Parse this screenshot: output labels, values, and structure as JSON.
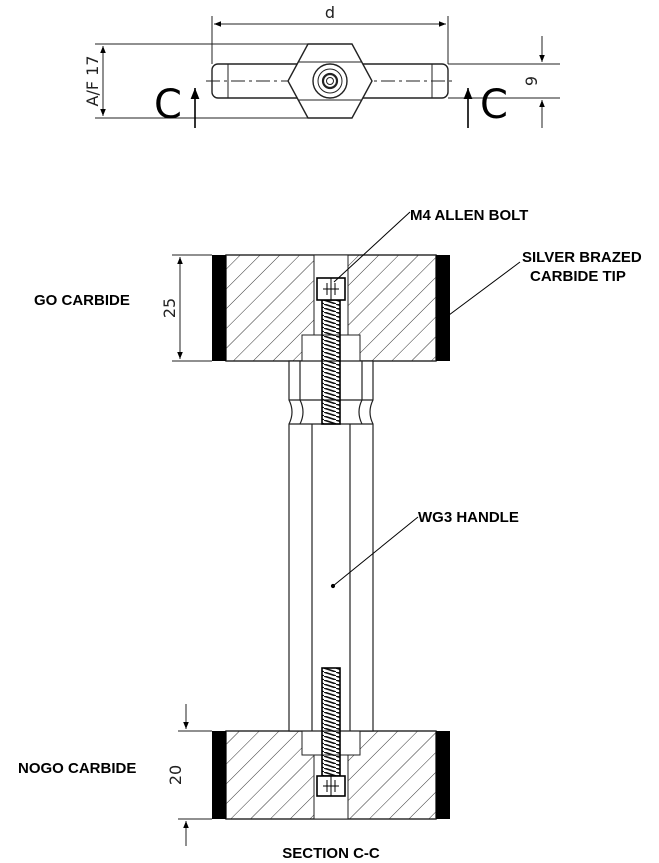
{
  "top_view": {
    "dim_d": "d",
    "dim_af": "A/F 17",
    "dim_9": "9",
    "section_letter_left": "C",
    "section_letter_right": "C"
  },
  "section_view": {
    "label_m4": "M4 ALLEN BOLT",
    "label_silver_line1": "SILVER BRAZED",
    "label_silver_line2": "CARBIDE TIP",
    "label_go": "GO CARBIDE",
    "label_nogo": "NOGO CARBIDE",
    "label_handle": "WG3 HANDLE",
    "dim_25": "25",
    "dim_20": "20",
    "title": "SECTION C-C"
  }
}
